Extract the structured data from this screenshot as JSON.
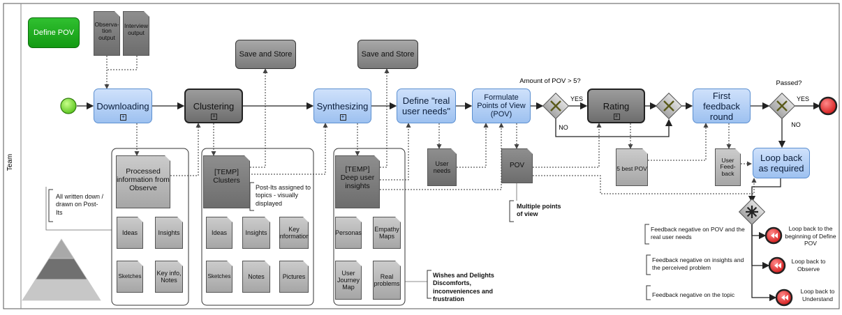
{
  "lane": {
    "label": "Team"
  },
  "start_label": "Define POV",
  "tasks": {
    "downloading": "Downloading",
    "clustering": "Clustering",
    "synthesizing": "Synthesizing",
    "define_needs": "Define \"real user needs\"",
    "formulate": "Formulate Points of View (POV)",
    "rating": "Rating",
    "first_feedback": "First feedback round",
    "loop_back": "Loop back as required",
    "save_store_1": "Save and Store",
    "save_store_2": "Save and Store"
  },
  "inputs": {
    "observation": "Observa-tion output",
    "interview": "Interview output"
  },
  "gateways": {
    "pov_count": "Amount of POV > 5?",
    "passed": "Passed?",
    "yes": "YES",
    "no": "NO"
  },
  "groups": {
    "downloading": {
      "main": "Processed information from Observe",
      "items": [
        "Ideas",
        "Insights",
        "Sketches",
        "Key info, Notes"
      ]
    },
    "clustering": {
      "main": "[TEMP] Clusters",
      "items": [
        "Ideas",
        "Insights",
        "Key information",
        "Sketches",
        "Notes",
        "Pictures"
      ]
    },
    "synthesizing": {
      "main": "[TEMP] Deep user insights",
      "items": [
        "Personas",
        "Empathy Maps",
        "User Journey Map",
        "Real problems"
      ]
    }
  },
  "artifacts": {
    "user_needs": "User needs",
    "pov": "POV",
    "best_pov": "5 best POV",
    "user_feedback": "User Feed-back"
  },
  "notes": {
    "postits": "All written down / drawn on Post-Its",
    "clusters": "Post-Its assigned to topics - visually displayed",
    "multiple_pov": "Multiple points of view",
    "wishes": "Wishes and Delights Discomforts, inconveniences and frustration"
  },
  "feedback_notes": [
    "Feedback negative on POV and the real user needs",
    "Feedback negative on insights and the perceived problem",
    "Feedback negative on the topic"
  ],
  "loop_targets": [
    "Loop back to the beginning of Define POV",
    "Loop back to Observe",
    "Loop back to Understand"
  ]
}
